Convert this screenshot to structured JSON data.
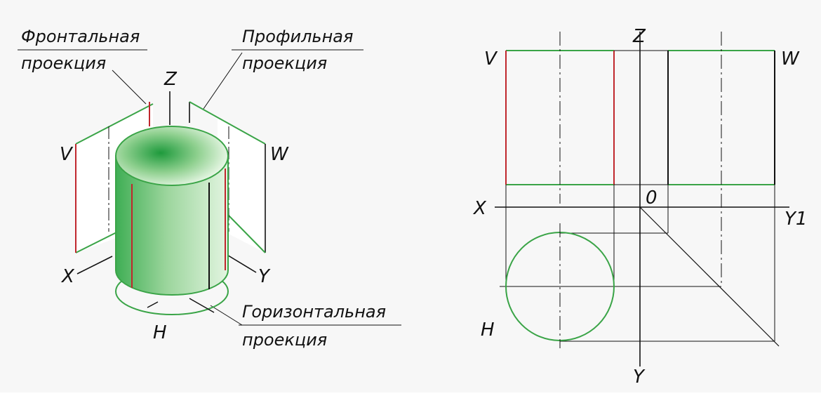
{
  "colors": {
    "green": "#3aa447",
    "red": "#c0272d",
    "ink": "#111111",
    "cylinder_light": "#c9ecc9",
    "cylinder_dark": "#2fa046"
  },
  "left_view": {
    "frontal_caption": [
      "Фронтальная",
      "проекция"
    ],
    "profile_caption": [
      "Профильная",
      "проекция"
    ],
    "horizontal_caption": [
      "Горизонтальная",
      "проекция"
    ],
    "labels": {
      "z": "Z",
      "v": "V",
      "w": "W",
      "x": "X",
      "y": "Y",
      "h": "H"
    }
  },
  "right_view": {
    "labels": {
      "z": "Z",
      "v": "V",
      "w": "W",
      "x": "X",
      "y1": "Y1",
      "o": "0",
      "h": "H",
      "y": "Y"
    }
  }
}
